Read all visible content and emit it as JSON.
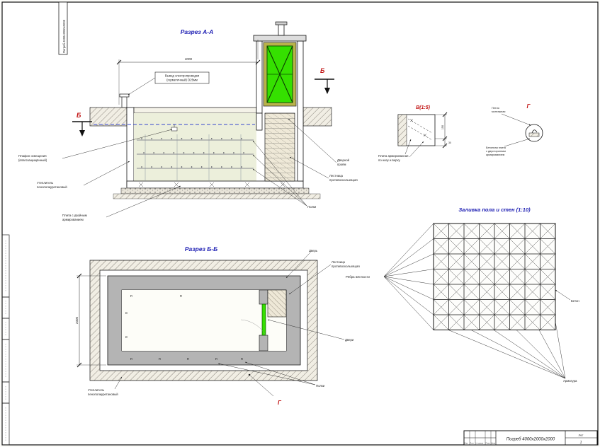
{
  "colors": {
    "title_blue": "#2021b4",
    "marker_red": "#c11212",
    "door_green": "#35e000",
    "wall_gray": "#b4b4b4",
    "wire_blue": "#3344cc"
  },
  "sheet": {
    "corner_label": "Погреб 4000х2000х2000"
  },
  "section_aa": {
    "title": "Разрез А-А",
    "dim_width": "4000",
    "marker_left": "Б",
    "marker_right": "Б",
    "label_electro_1": "Вывод электропроводки",
    "label_electro_2": "(герметичный) D25мм",
    "label_plafon_1": "Плафон освещения",
    "label_plafon_2": "(влагозащищённый)",
    "label_uteplitel_1": "Утеплитель",
    "label_uteplitel_2": "пенополиуретановый",
    "label_plita_1": "Плита с двойным",
    "label_plita_2": "армированием",
    "label_proem_1": "Дверной",
    "label_proem_2": "проём",
    "label_lestnica_1": "Лестница",
    "label_lestnica_2": "противоскользящая",
    "label_polki": "Полки"
  },
  "detail_v": {
    "title": "В(1:5)",
    "dim_h": "150",
    "dim_b": "30",
    "label_1": "Плита армированная",
    "label_2": "по низу и верху"
  },
  "detail_g": {
    "title": "Г",
    "label_petlya_1": "Петля",
    "label_petlya_2": "монтажная",
    "label_plita_1": "Бетонная плита",
    "label_plita_2": "с двусторонним",
    "label_plita_3": "армированием"
  },
  "section_bb": {
    "title": "Разрез Б-Б",
    "dim_depth": "2000",
    "marker_g": "Г",
    "label_dver": "Дверь",
    "label_lestnica_1": "Лестница",
    "label_lestnica_2": "противоскользящая",
    "label_rebra": "Рёбра жёсткости",
    "label_dveri": "Двери",
    "label_polki": "Полки",
    "label_uteplitel_1": "Утеплитель",
    "label_uteplitel_2": "пенополиуретановый",
    "shelf_mark": "п"
  },
  "pour_grid": {
    "title": "Заливка пола и стен (1:10)",
    "label_beton": "Бетон",
    "label_armatura": "Арматура"
  },
  "title_block": {
    "name": "Погреб 4000х2000х2000",
    "sheet_label": "Лист",
    "sheet_no": "1",
    "col_izm": "Изм.",
    "col_list": "Лист",
    "col_doc": "№ докум.",
    "col_podp": "Подп.",
    "col_data": "Дата"
  }
}
